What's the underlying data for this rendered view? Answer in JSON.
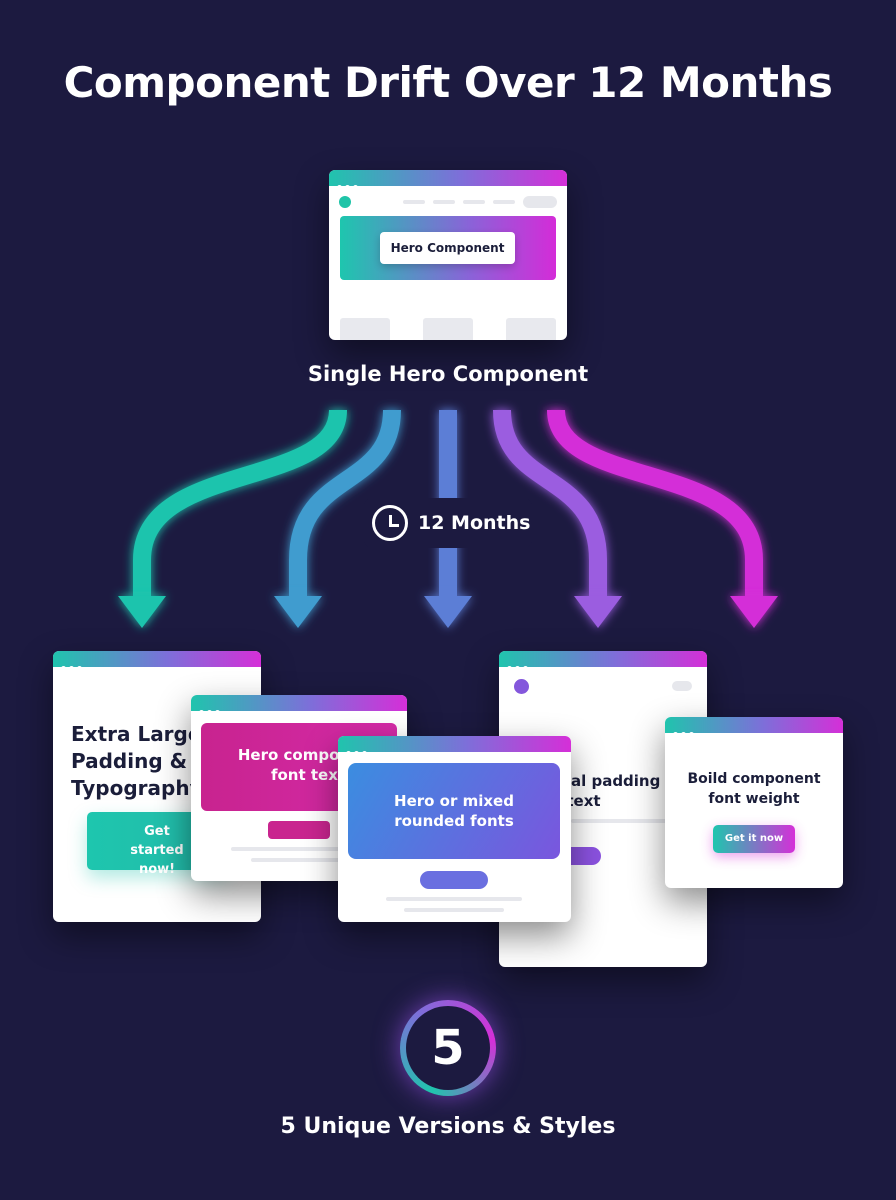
{
  "title": "Component Drift Over 12 Months",
  "source": {
    "hero_button": "Hero Component",
    "label": "Single Hero Component"
  },
  "timeline": {
    "label": "12 Months",
    "icon": "clock-icon"
  },
  "versions": [
    {
      "heading": "Extra Large Padding & Typography",
      "button": "Get started now!"
    },
    {
      "heading": "Hero component font text"
    },
    {
      "heading": "Hero or mixed rounded fonts"
    },
    {
      "heading": "Neutral padding your text"
    },
    {
      "heading": "Boild component font weight",
      "button": "Get it now"
    }
  ],
  "summary": {
    "count": "5",
    "label": "5 Unique Versions & Styles"
  },
  "colors": {
    "background": "#1c1a40",
    "teal": "#20c4ad",
    "blue": "#5b7fd8",
    "purple": "#9b5ce0",
    "magenta": "#d52fd8"
  }
}
